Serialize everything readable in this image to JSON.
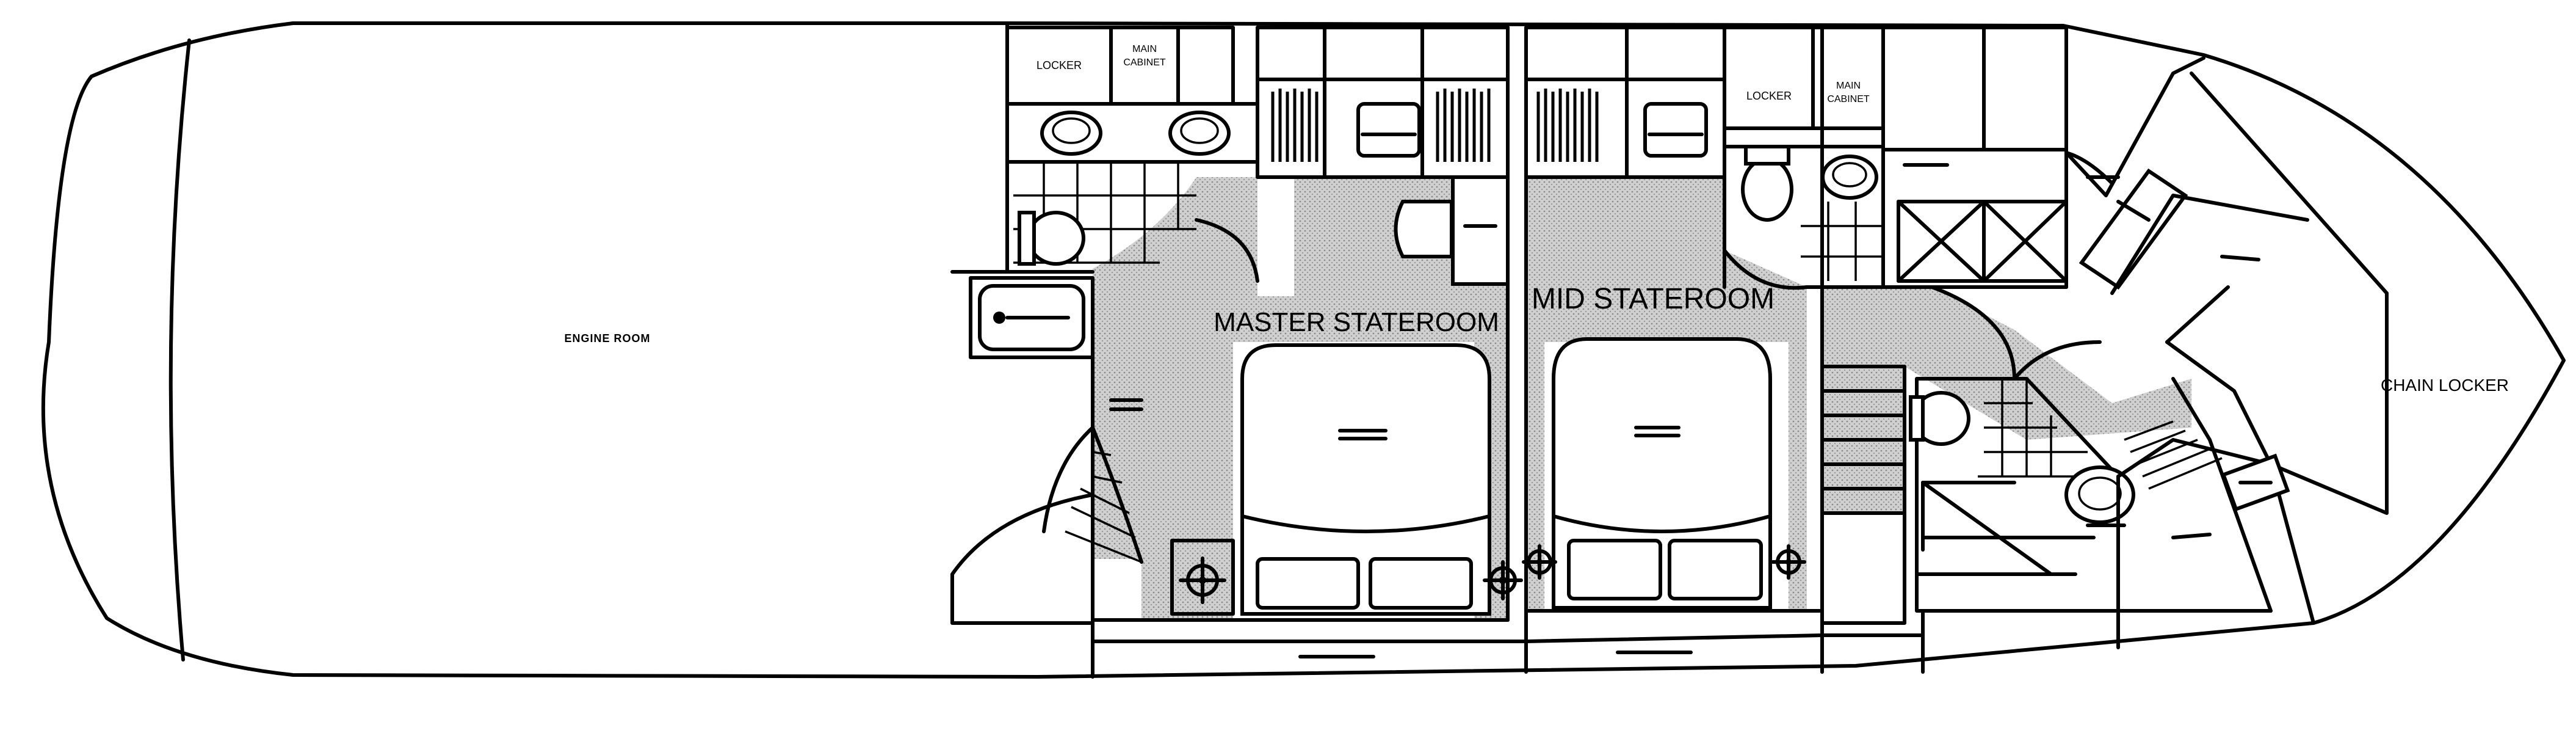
{
  "labels": {
    "engine_room": "ENGINE ROOM",
    "master_stateroom": "MASTER STATEROOM",
    "mid_stateroom": "MID STATEROOM",
    "chain_locker": "CHAIN LOCKER",
    "locker_aft": "LOCKER",
    "main_cabinet_aft_1": "MAIN",
    "main_cabinet_aft_2": "CABINET",
    "locker_fwd": "LOCKER",
    "main_cabinet_fwd_1": "MAIN",
    "main_cabinet_fwd_2": "CABINET"
  },
  "colors": {
    "line": "#000000",
    "background": "#ffffff",
    "stipple": "#b5b5b5"
  }
}
